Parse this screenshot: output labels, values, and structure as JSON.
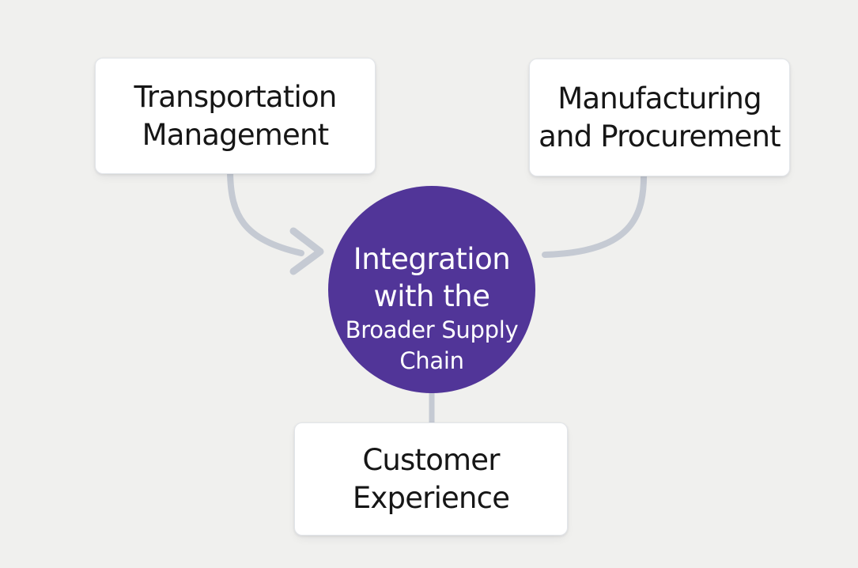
{
  "colors": {
    "background": "#f0f0ee",
    "node_card_bg": "#ffffff",
    "node_text": "#161616",
    "connector": "#c5cad3",
    "center_circle_fill": "#513598",
    "center_circle_text": "#ffffff"
  },
  "diagram": {
    "center_node": {
      "label": "Integration with the Broader Supply Chain",
      "lines_large": [
        "Integration",
        "with the"
      ],
      "lines_small": [
        "Broader Supply",
        "Chain"
      ]
    },
    "nodes": [
      {
        "id": "transportation-management",
        "position": "top-left",
        "label": "Transportation Management",
        "lines": [
          "Transportation",
          "Management"
        ]
      },
      {
        "id": "manufacturing-procurement",
        "position": "top-right",
        "label": "Manufacturing and Procurement",
        "lines": [
          "Manufacturing",
          "and Procurement"
        ]
      },
      {
        "id": "customer-experience",
        "position": "bottom-center",
        "label": "Customer Experience",
        "lines": [
          "Customer",
          "Experience"
        ]
      }
    ],
    "connectors": [
      {
        "from": "transportation-management",
        "to": "center",
        "style": "curved",
        "arrowhead": true
      },
      {
        "from": "manufacturing-procurement",
        "to": "center",
        "style": "curved",
        "arrowhead": false
      },
      {
        "from": "center",
        "to": "customer-experience",
        "style": "straight",
        "arrowhead": false
      }
    ]
  }
}
